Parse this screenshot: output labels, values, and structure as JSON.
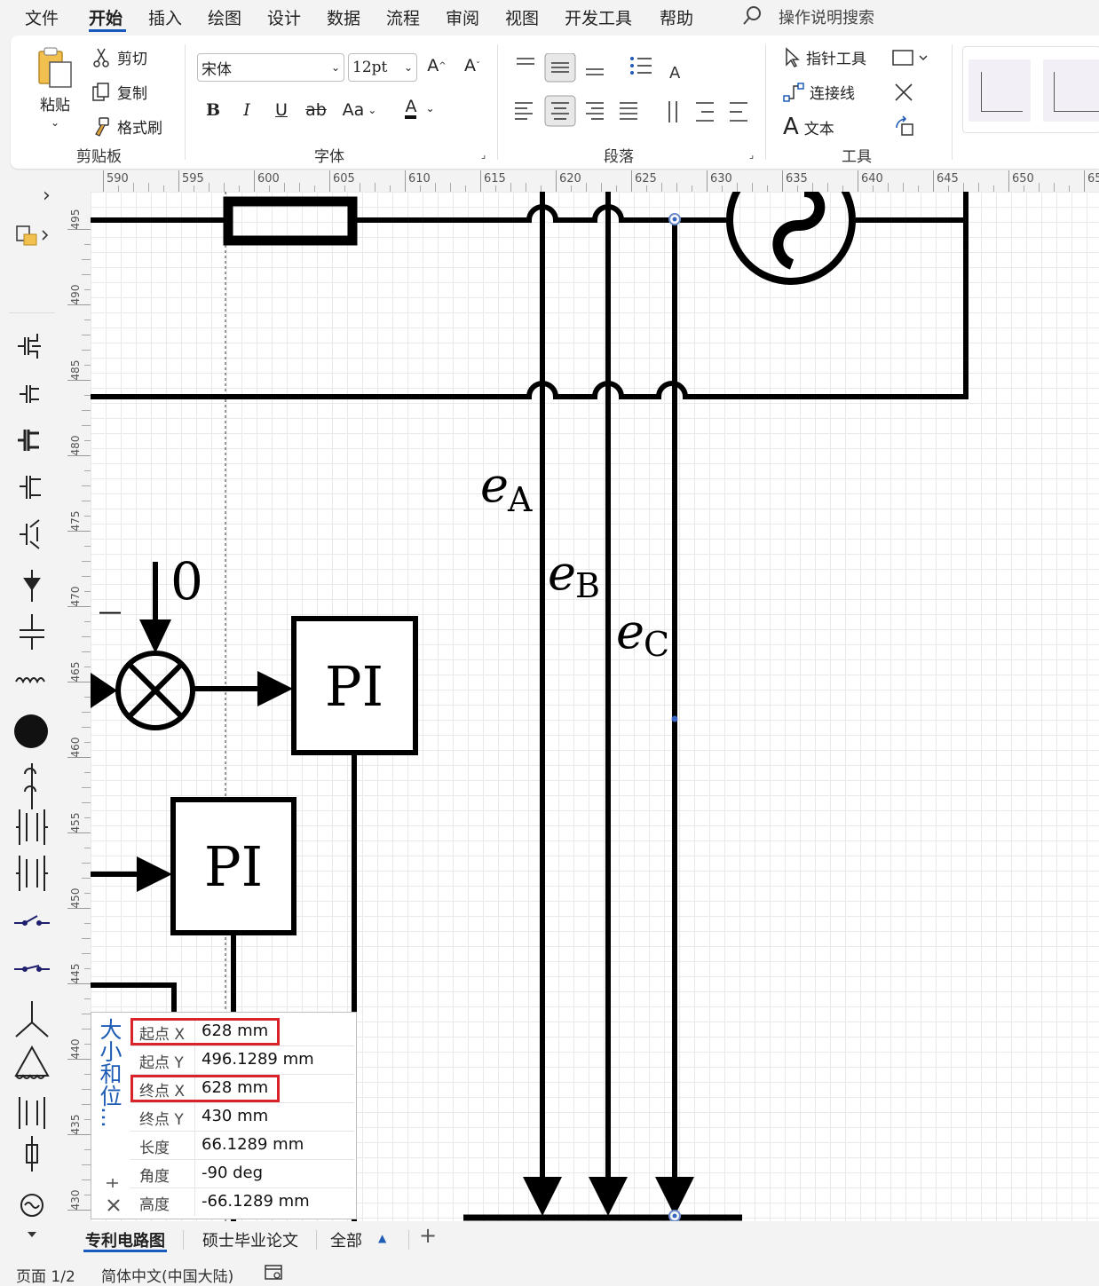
{
  "menu": {
    "items": [
      "文件",
      "开始",
      "插入",
      "绘图",
      "设计",
      "数据",
      "流程",
      "审阅",
      "视图",
      "开发工具",
      "帮助"
    ],
    "search_placeholder": "操作说明搜索"
  },
  "ribbon": {
    "clipboard": {
      "paste": "粘贴",
      "cut": "剪切",
      "copy": "复制",
      "format_painter": "格式刷",
      "group_label": "剪贴板"
    },
    "font": {
      "font_name": "宋体",
      "font_size": "12pt",
      "bold": "B",
      "italic": "I",
      "underline": "U",
      "strike": "ab",
      "case": "Aa",
      "color": "A",
      "grow": "A",
      "shrink": "A",
      "group_label": "字体"
    },
    "paragraph": {
      "group_label": "段落"
    },
    "tools": {
      "pointer": "指针工具",
      "connector": "连接线",
      "text_glyph": "A",
      "text": "文本",
      "group_label": "工具"
    }
  },
  "ruler": {
    "h_ticks": [
      "590",
      "595",
      "600",
      "605",
      "610",
      "615",
      "620",
      "625",
      "630",
      "635",
      "640",
      "645",
      "650",
      "65"
    ],
    "v_ticks": [
      "495",
      "490",
      "485",
      "480",
      "475",
      "470",
      "465",
      "460",
      "455",
      "450",
      "445",
      "440",
      "435",
      "430"
    ]
  },
  "diagram": {
    "labels": {
      "ea_e": "e",
      "ea_sub": "A",
      "eb_e": "e",
      "eb_sub": "B",
      "ec_e": "e",
      "ec_sub": "C",
      "minus": "_",
      "zero": "0",
      "pi1": "PI",
      "pi2": "PI"
    }
  },
  "size_panel": {
    "title": "大小和位...",
    "rows": [
      {
        "key": "起点 X",
        "value": "628 mm"
      },
      {
        "key": "起点 Y",
        "value": "496.1289 mm"
      },
      {
        "key": "终点 X",
        "value": "628 mm"
      },
      {
        "key": "终点 Y",
        "value": "430 mm"
      },
      {
        "key": "长度",
        "value": "66.1289 mm"
      },
      {
        "key": "角度",
        "value": "-90 deg"
      },
      {
        "key": "高度",
        "value": "-66.1289 mm"
      }
    ]
  },
  "tabs": {
    "items": [
      "专利电路图",
      "硕士毕业论文",
      "全部"
    ],
    "active": "专利电路图",
    "add": "+"
  },
  "status": {
    "page": "页面 1/2",
    "language": "简体中文(中国大陆)"
  },
  "colors": {
    "accent": "#185abd",
    "highlight_box": "#d9222a",
    "panel_title": "#1f5cb5"
  }
}
